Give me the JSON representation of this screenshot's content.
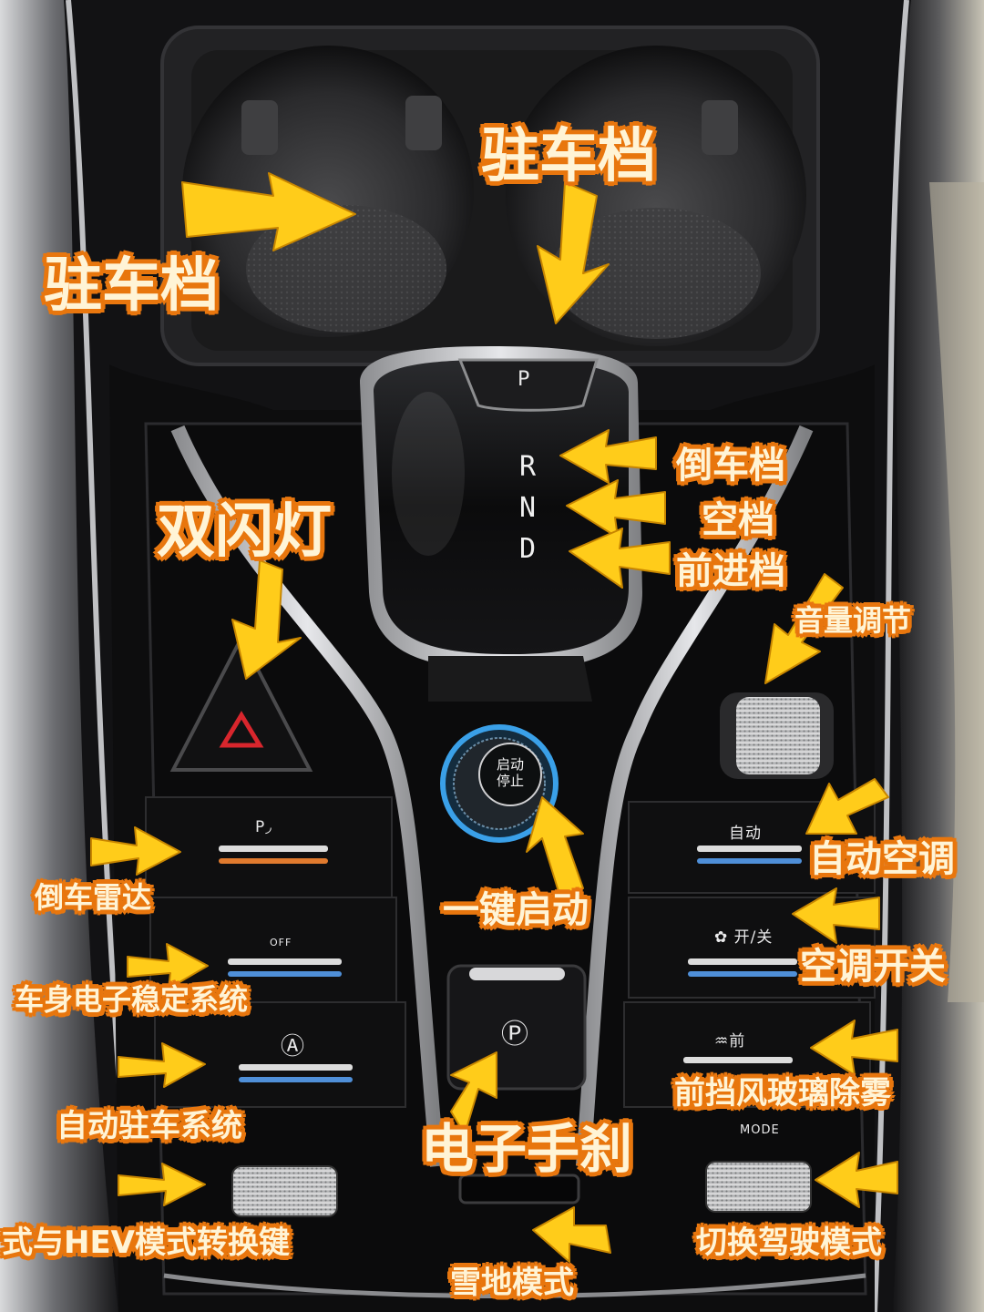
{
  "console": {
    "gear_park": "P",
    "gear_letters": [
      "R",
      "N",
      "D"
    ],
    "start_button": {
      "line1": "启动",
      "line2": "停止"
    },
    "parking_radar_label": "P◞",
    "esc_label": "OFF",
    "auto_hold_label": "Ⓐ",
    "auto_ac_label": "自动",
    "ac_switch_label": "✿ 开/关",
    "front_defrost_label": "♒前",
    "drive_mode_label": "MODE",
    "epb_label": "Ⓟ"
  },
  "annotations": {
    "park_left": "驻车档",
    "park_top": "驻车档",
    "hazard": "双闪灯",
    "reverse": "倒车档",
    "neutral": "空档",
    "drive": "前进档",
    "volume": "音量调节",
    "auto_ac": "自动空调",
    "ac_switch": "空调开关",
    "front_defog": "前挡风玻璃除雾",
    "drive_mode": "切换驾驶模式",
    "reverse_radar": "倒车雷达",
    "one_key_start": "一键启动",
    "esc": "车身电子稳定系统",
    "auto_hold": "自动驻车系统",
    "epb": "电子手刹",
    "ev_hev_switch": "式与HEV模式转换键",
    "snow_mode": "雪地模式"
  },
  "colors": {
    "label_fill": "#fff4d6",
    "label_outline": "#e8770f",
    "arrow_fill": "#ffcc1a",
    "button_orange_bar": "#e07a2e",
    "button_blue_bar": "#4f8fd8",
    "start_ring": "#3aa0e8",
    "hazard_red": "#d8262d"
  }
}
